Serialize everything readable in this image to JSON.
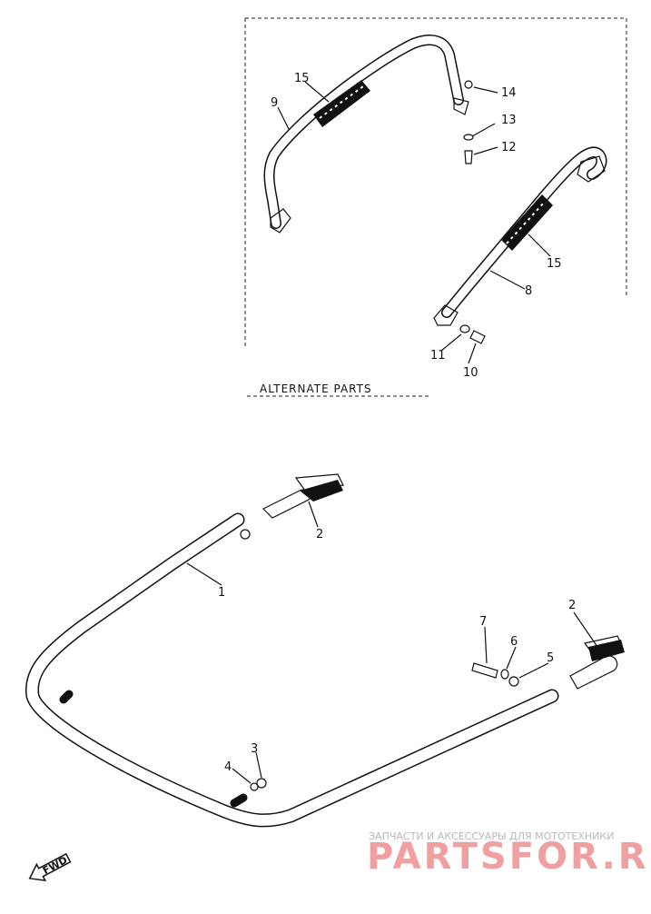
{
  "section_title": "ALTERNATE PARTS",
  "direction_arrow": "FWD",
  "callouts": [
    "1",
    "2",
    "2",
    "3",
    "4",
    "5",
    "6",
    "7",
    "8",
    "9",
    "10",
    "11",
    "12",
    "13",
    "14",
    "15",
    "15"
  ],
  "watermark": {
    "line1": "ЗАПЧАСТИ И АКСЕССУАРЫ ДЛЯ МОТОТЕХНИКИ",
    "line2": "PARTSFOR.RU"
  }
}
